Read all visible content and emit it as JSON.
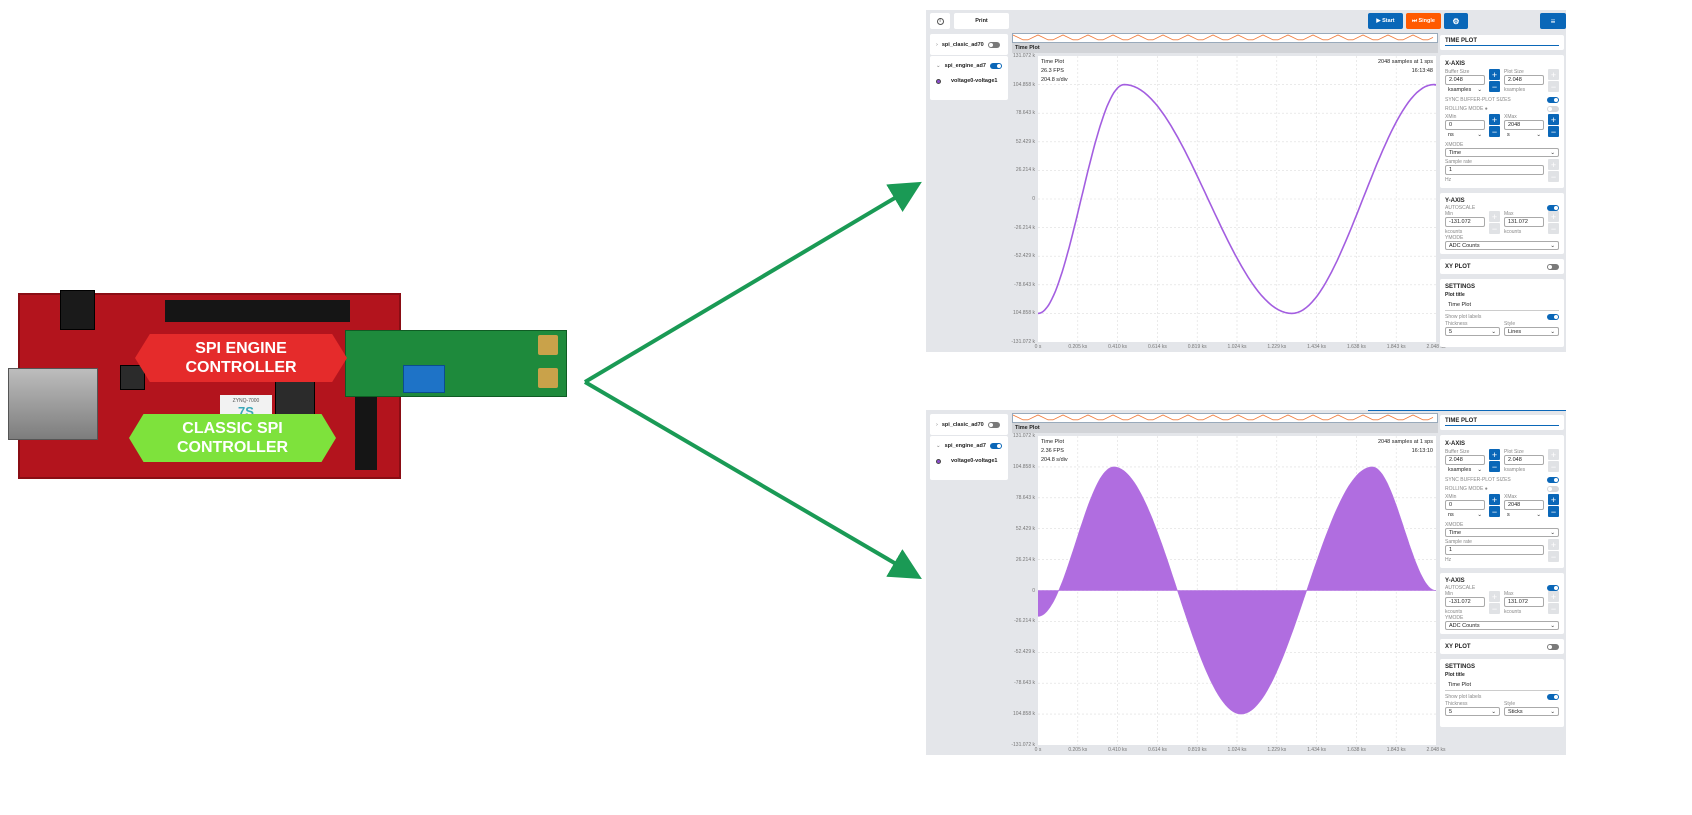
{
  "board": {
    "spi_engine_label": [
      "SPI ENGINE",
      "CONTROLLER"
    ],
    "classic_spi_label": [
      "CLASSIC SPI",
      "CONTROLLER"
    ],
    "chip_text": [
      "ZYNQ-7000",
      "7S"
    ],
    "colors": {
      "board": "#b3141d",
      "spi_engine": "#e52b2b",
      "classic_spi": "#7ee23c",
      "arrow": "#1a9a55"
    }
  },
  "panels": [
    {
      "toolbar": {
        "info_icon": "info-circle-icon",
        "print": "Print",
        "start": "▶ Start",
        "single": "⏭ Single",
        "settings_icon": "gear-icon",
        "menu_icon": "hamburger-menu-icon"
      },
      "channels": [
        {
          "name": "spi_clasic_ad70",
          "expanded": false,
          "enabled": false
        },
        {
          "name": "spi_engine_ad7",
          "expanded": true,
          "enabled": true,
          "sub": "voltage0-voltage1"
        }
      ],
      "plot": {
        "header": "Time Plot",
        "title": "Time Plot",
        "fps": "26.3 FPS",
        "div": "204.8 s/div",
        "samples": "2048 samples at 1 sps",
        "time": "16:13:48"
      },
      "sidebar": {
        "time_plot": "TIME PLOT",
        "xaxis": {
          "title": "X-AXIS",
          "buffer_label": "Buffer Size",
          "buffer": "2.048",
          "buffer_unit": "ksamples",
          "plot_size_label": "Plot Size",
          "plot_size": "2.048",
          "plot_unit": "ksamples",
          "sync": "SYNC BUFFER-PLOT SIZES",
          "sync_on": true,
          "rolling": "ROLLING MODE",
          "rolling_on": false,
          "xmin_label": "XMin",
          "xmin": "0",
          "xmin_unit": "ns",
          "xmax_label": "XMax",
          "xmax": "2048",
          "xmax_unit": "s",
          "xmode_label": "XMODE",
          "xmode": "Time",
          "rate_label": "Sample rate",
          "rate": "1",
          "rate_unit": "Hz"
        },
        "yaxis": {
          "title": "Y-AXIS",
          "autoscale": "AUTOSCALE",
          "autoscale_on": true,
          "min_label": "Min",
          "min": "-131.072",
          "min_unit": "kcounts",
          "max_label": "Max",
          "max": "131.072",
          "max_unit": "kcounts",
          "ymode_label": "YMODE",
          "ymode": "ADC Counts"
        },
        "xy": {
          "title": "XY PLOT",
          "on": false
        },
        "settings": {
          "title": "SETTINGS",
          "plot_title_label": "Plot title",
          "plot_title": "Time Plot",
          "show_labels": "Show plot labels",
          "show_labels_on": true,
          "thickness_label": "Thickness",
          "thickness": "5",
          "style_label": "Style",
          "style": "Lines"
        }
      }
    },
    {
      "channels": [
        {
          "name": "spi_clasic_ad70",
          "expanded": false,
          "enabled": false
        },
        {
          "name": "spi_engine_ad7",
          "expanded": true,
          "enabled": true,
          "sub": "voltage0-voltage1"
        }
      ],
      "plot": {
        "header": "Time Plot",
        "title": "Time Plot",
        "fps": "2.36 FPS",
        "div": "204.8 s/div",
        "samples": "2048 samples at 1 sps",
        "time": "16:13:10"
      },
      "sidebar": {
        "time_plot": "TIME PLOT",
        "xaxis": {
          "title": "X-AXIS",
          "buffer_label": "Buffer Size",
          "buffer": "2.048",
          "buffer_unit": "ksamples",
          "plot_size_label": "Plot Size",
          "plot_size": "2.048",
          "plot_unit": "ksamples",
          "sync": "SYNC BUFFER-PLOT SIZES",
          "sync_on": true,
          "rolling": "ROLLING MODE",
          "rolling_on": false,
          "xmin_label": "XMin",
          "xmin": "0",
          "xmin_unit": "ns",
          "xmax_label": "XMax",
          "xmax": "2048",
          "xmax_unit": "s",
          "xmode_label": "XMODE",
          "xmode": "Time",
          "rate_label": "Sample rate",
          "rate": "1",
          "rate_unit": "Hz"
        },
        "yaxis": {
          "title": "Y-AXIS",
          "autoscale": "AUTOSCALE",
          "autoscale_on": true,
          "min_label": "Min",
          "min": "-131.072",
          "min_unit": "kcounts",
          "max_label": "Max",
          "max": "131.072",
          "max_unit": "kcounts",
          "ymode_label": "YMODE",
          "ymode": "ADC Counts"
        },
        "xy": {
          "title": "XY PLOT",
          "on": false
        },
        "settings": {
          "title": "SETTINGS",
          "plot_title_label": "Plot title",
          "plot_title": "Time Plot",
          "show_labels": "Show plot labels",
          "show_labels_on": true,
          "thickness_label": "Thickness",
          "thickness": "5",
          "style_label": "Style",
          "style": "Sticks"
        }
      }
    }
  ],
  "chart_data": [
    {
      "type": "line",
      "color": "#a35ee0",
      "x_unit": "ks",
      "y_unit": "k",
      "xlim": [
        0,
        2.048
      ],
      "ylim": [
        -131.072,
        131.072
      ],
      "grid": true,
      "x_ticks": [
        "0 s",
        "0.205 ks",
        "0.410 ks",
        "0.614 ks",
        "0.819 ks",
        "1.024 ks",
        "1.229 ks",
        "1.434 ks",
        "1.638 ks",
        "1.843 ks",
        "2.048 ks"
      ],
      "y_ticks": [
        "131.072 k",
        "104.858 k",
        "78.643 k",
        "52.429 k",
        "26.214 k",
        "0",
        "-26.214 k",
        "-52.429 k",
        "-78.643 k",
        "104.858 k",
        "-131.072 k"
      ],
      "extrema": [
        [
          0,
          -104.858
        ],
        [
          0.444,
          104.858
        ],
        [
          1.306,
          -104.858
        ],
        [
          2.037,
          104.858
        ],
        [
          2.048,
          104.6
        ]
      ]
    },
    {
      "type": "sticks",
      "color": "#b06de0",
      "x_unit": "ks",
      "y_unit": "k",
      "xlim": [
        0,
        2.048
      ],
      "ylim": [
        -131.072,
        131.072
      ],
      "grid": true,
      "x_ticks": [
        "0 s",
        "0.205 ks",
        "0.410 ks",
        "0.614 ks",
        "0.819 ks",
        "1.024 ks",
        "1.229 ks",
        "1.434 ks",
        "1.638 ks",
        "1.843 ks",
        "2.048 ks"
      ],
      "y_ticks": [
        "131.072 k",
        "104.858 k",
        "78.643 k",
        "52.429 k",
        "26.214 k",
        "0",
        "-26.214 k",
        "-52.429 k",
        "-78.643 k",
        "104.858 k",
        "-131.072 k"
      ],
      "extrema": [
        [
          0,
          -22
        ],
        [
          0.39,
          104.858
        ],
        [
          1.045,
          -104.858
        ],
        [
          1.72,
          104.858
        ],
        [
          2.048,
          0
        ]
      ]
    }
  ]
}
